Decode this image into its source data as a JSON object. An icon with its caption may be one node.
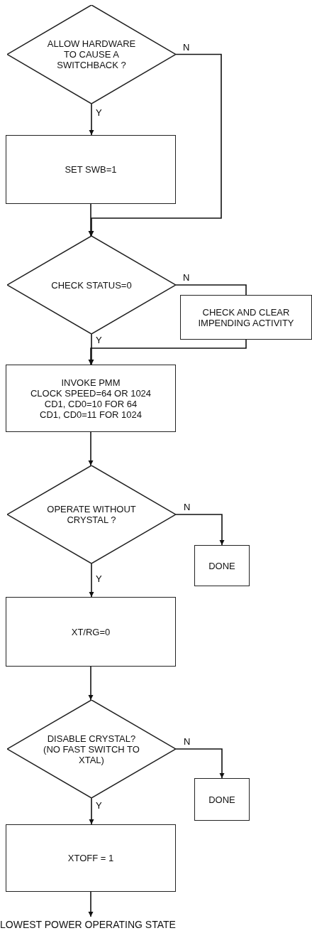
{
  "diagram": {
    "nodes": [
      {
        "text": [
          "ALLOW HARDWARE TO CAUSE A SWITCHBACK ?"
        ]
      },
      {
        "text": [
          "SET SWB=1"
        ]
      },
      {
        "text": [
          "CHECK STATUS=0"
        ]
      },
      {
        "text": [
          "CHECK AND CLEAR IMPENDING ACTIVITY"
        ]
      },
      {
        "text": [
          "INVOKE PMM",
          "CLOCK SPEED=64 OR 1024",
          "CD1, CD0=10 FOR 64",
          "CD1, CD0=11 FOR 1024"
        ]
      },
      {
        "text": [
          "OPERATE WITHOUT CRYSTAL ?"
        ]
      },
      {
        "text": [
          "DONE"
        ]
      },
      {
        "text": [
          "XT/RG=0"
        ]
      },
      {
        "text": [
          "DISABLE CRYSTAL? (NO FAST SWITCH TO XTAL)"
        ]
      },
      {
        "text": [
          "DONE"
        ]
      },
      {
        "text": [
          "XTOFF = 1"
        ]
      },
      {
        "text": [
          "LOWEST POWER OPERATING STATE"
        ]
      }
    ],
    "edges": [
      {
        "from": 0,
        "to": 1,
        "arrow": "to",
        "label": "Y"
      },
      {
        "from": 0,
        "to": 2,
        "arrow": "to",
        "label": "N"
      },
      {
        "from": 1,
        "to": 2,
        "arrow": "to"
      },
      {
        "from": 2,
        "to": 3,
        "arrow": "none",
        "label": "N"
      },
      {
        "from": 3,
        "to": 4,
        "arrow": "to"
      },
      {
        "from": 2,
        "to": 4,
        "arrow": "to",
        "label": "Y"
      },
      {
        "from": 4,
        "to": 5,
        "arrow": "to"
      },
      {
        "from": 5,
        "to": 6,
        "arrow": "to",
        "label": "N"
      },
      {
        "from": 5,
        "to": 7,
        "arrow": "to",
        "label": "Y"
      },
      {
        "from": 7,
        "to": 8,
        "arrow": "to"
      },
      {
        "from": 8,
        "to": 9,
        "arrow": "to",
        "label": "N"
      },
      {
        "from": 8,
        "to": 10,
        "arrow": "to",
        "label": "Y"
      },
      {
        "from": 10,
        "to": 11,
        "arrow": "to"
      }
    ]
  }
}
